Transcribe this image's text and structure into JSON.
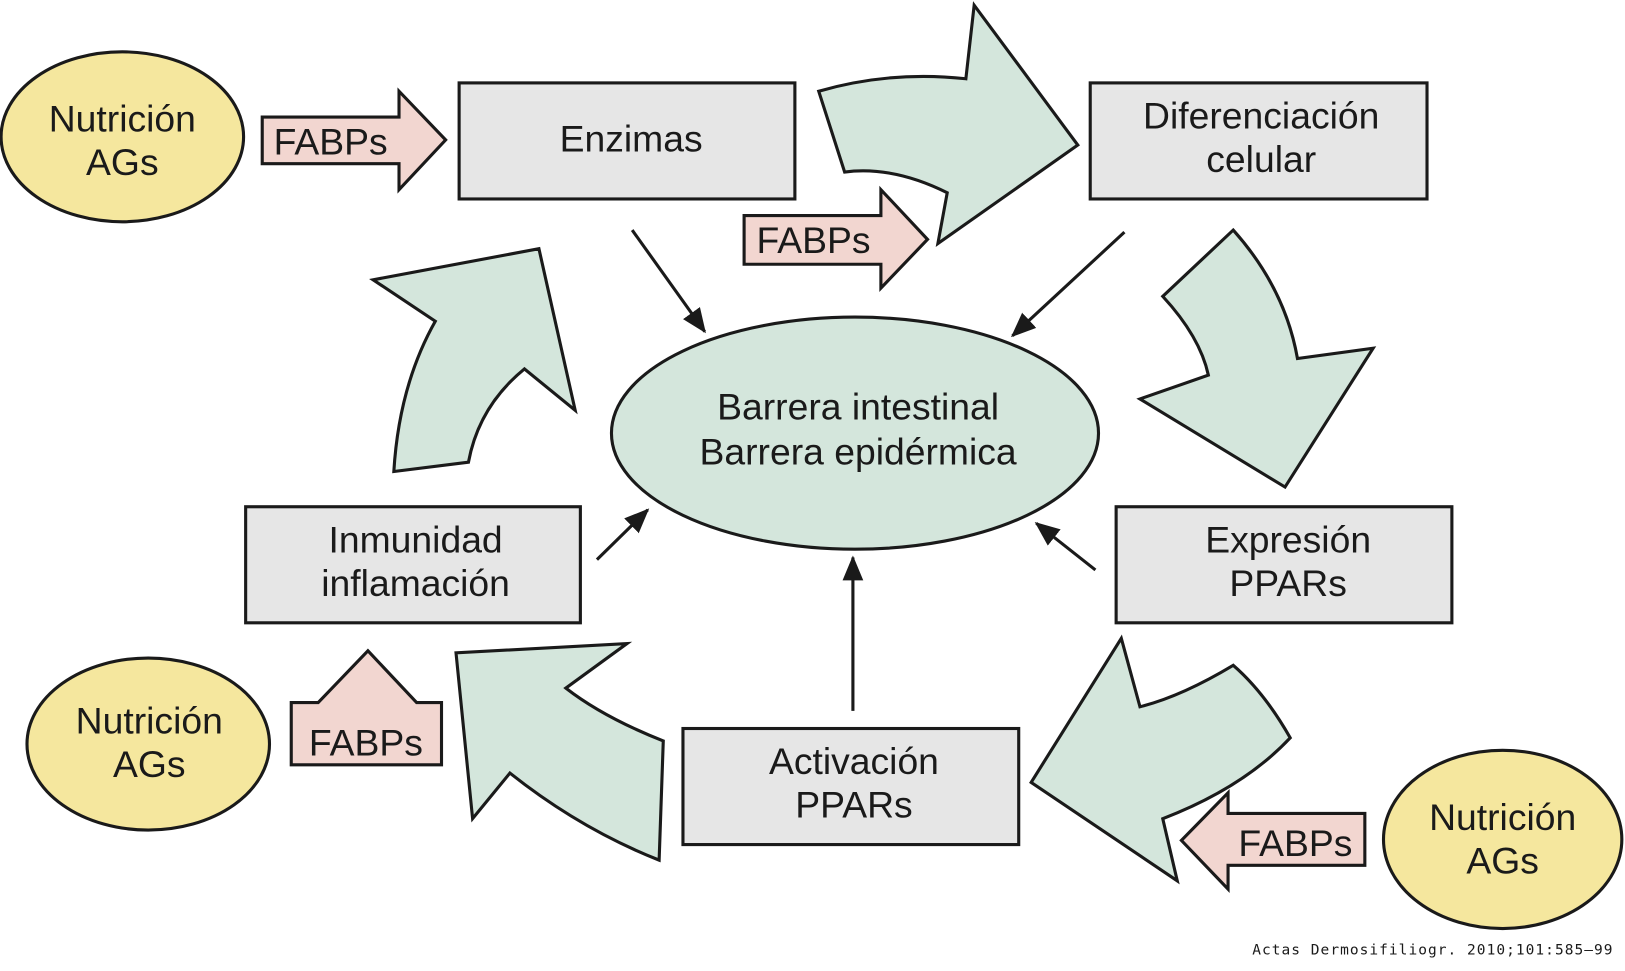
{
  "colors": {
    "nutrition": "#f5e79e",
    "fabps": "#f2d6d0",
    "box": "#e6e6e6",
    "green": "#d4e6dc",
    "stroke": "#1a1a1a"
  },
  "center": {
    "line1": "Barrera intestinal",
    "line2": "Barrera epidérmica"
  },
  "boxes": {
    "enzimas": {
      "line1": "Enzimas"
    },
    "diferenciacion": {
      "line1": "Diferenciación",
      "line2": "celular"
    },
    "expresion": {
      "line1": "Expresión",
      "line2": "PPARs"
    },
    "activacion": {
      "line1": "Activación",
      "line2": "PPARs"
    },
    "inmunidad": {
      "line1": "Inmunidad",
      "line2": "inflamación"
    }
  },
  "nutrition": [
    {
      "line1": "Nutrición",
      "line2": "AGs"
    },
    {
      "line1": "Nutrición",
      "line2": "AGs"
    },
    {
      "line1": "Nutrición",
      "line2": "AGs"
    }
  ],
  "fabps": [
    "FABPs",
    "FABPs",
    "FABPs",
    "FABPs"
  ],
  "citation": "Actas Dermosifiliogr. 2010;101:585–99"
}
